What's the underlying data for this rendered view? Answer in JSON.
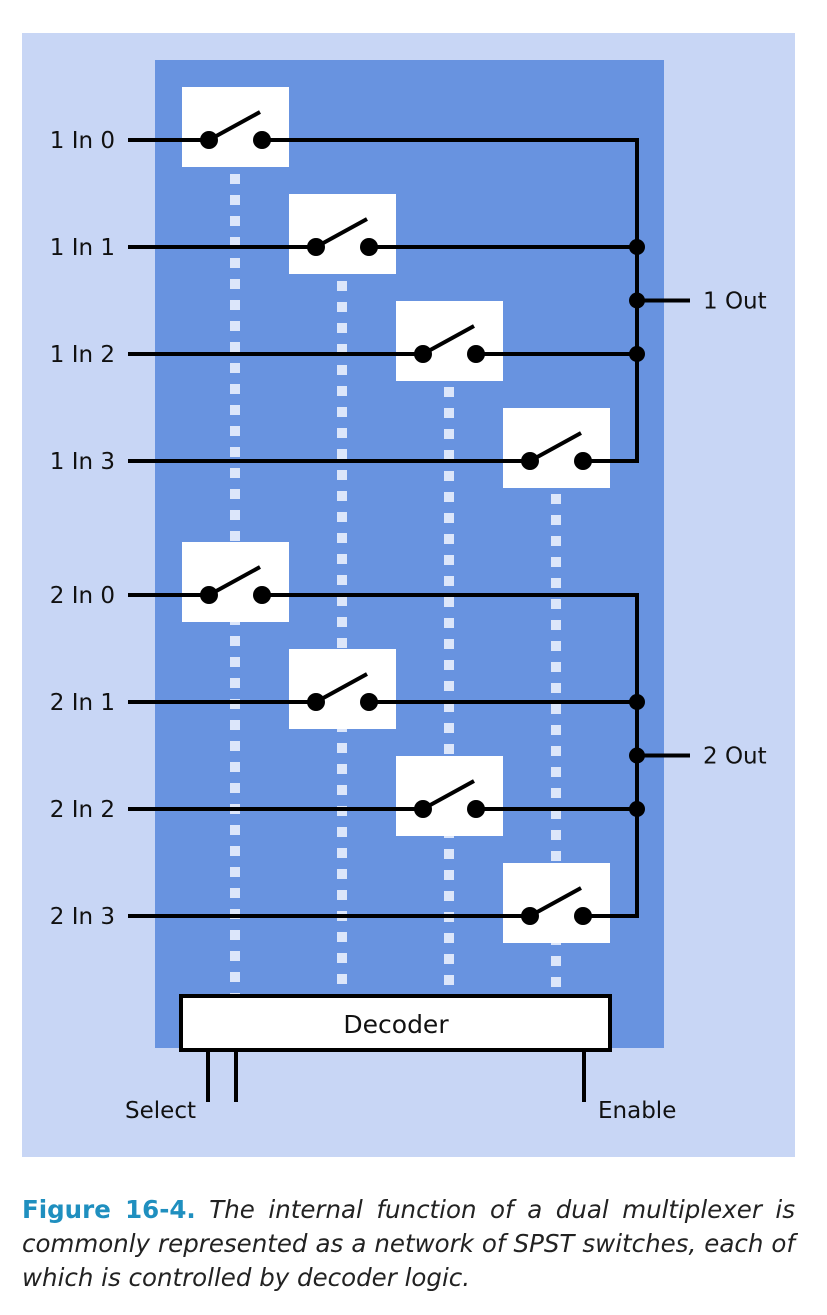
{
  "diagram": {
    "colors": {
      "outer_background": "#c8d6f5",
      "chip": "#6893e0",
      "switch_box": "#ffffff",
      "wire": "#000000",
      "control_line": "#dce6fa"
    },
    "group1": {
      "inputs": [
        "1 In 0",
        "1 In 1",
        "1 In 2",
        "1 In 3"
      ],
      "output": "1 Out"
    },
    "group2": {
      "inputs": [
        "2 In 0",
        "2 In 1",
        "2 In 2",
        "2 In 3"
      ],
      "output": "2 Out"
    },
    "decoder": "Decoder",
    "select": "Select",
    "enable": "Enable"
  },
  "caption": {
    "label": "Figure 16-4.",
    "text": "The internal function of a dual multiplexer is commonly represented as a network of SPST switches, each of which is controlled by decoder logic."
  }
}
